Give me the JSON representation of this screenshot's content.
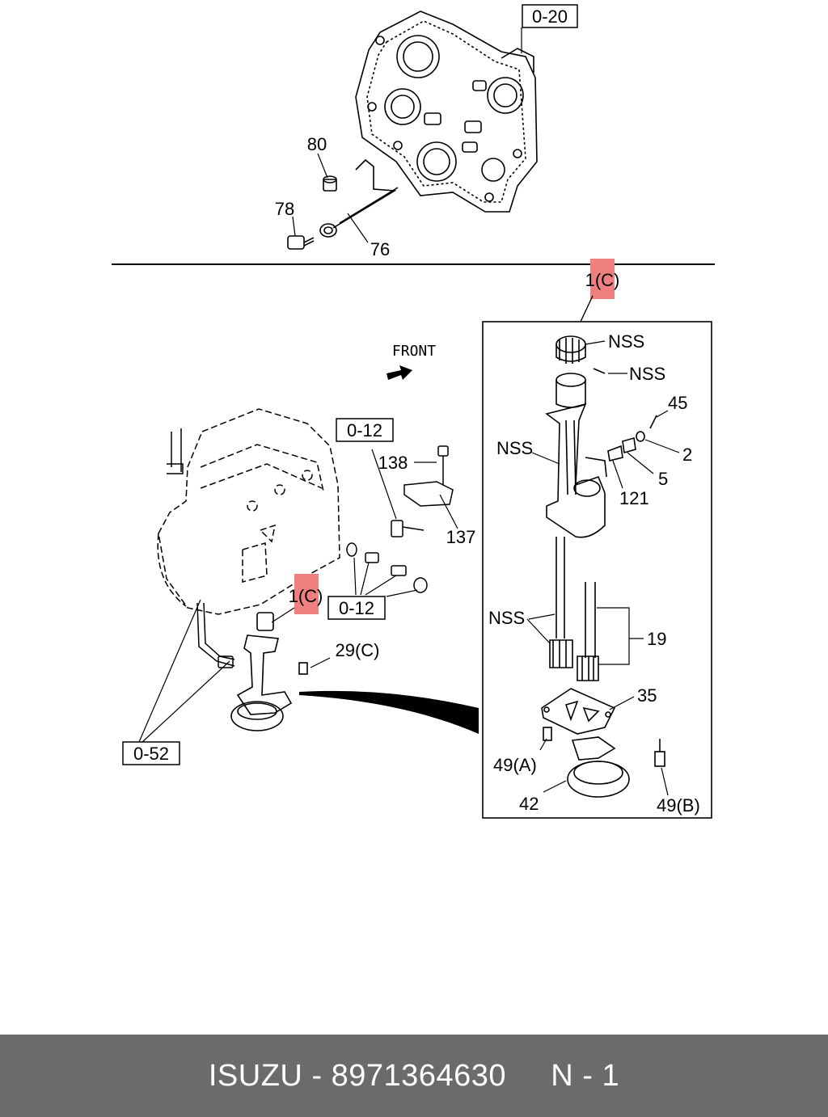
{
  "diagram": {
    "ref_top": "0-20",
    "part_80": "80",
    "part_78": "78",
    "part_76": "76",
    "part_1c_top": "1(C)",
    "front": "FRONT",
    "ref_012_a": "0-12",
    "part_138": "138",
    "part_137": "137",
    "ref_012_b": "0-12",
    "part_1c_main": "1(C)",
    "part_29c": "29(C)",
    "ref_052": "0-52",
    "detail": {
      "nss_gear": "NSS",
      "nss_pin": "NSS",
      "nss_body": "NSS",
      "nss_shaft": "NSS",
      "part_45": "45",
      "part_2": "2",
      "part_5": "5",
      "part_121": "121",
      "part_19": "19",
      "part_35": "35",
      "part_49a": "49(A)",
      "part_42": "42",
      "part_49b": "49(B)"
    },
    "highlight_color": "#f08080"
  },
  "footer": {
    "brand": "ISUZU",
    "separator": " - ",
    "part_number": "8971364630",
    "page": "N - 1",
    "background": "#6b6b6b"
  }
}
